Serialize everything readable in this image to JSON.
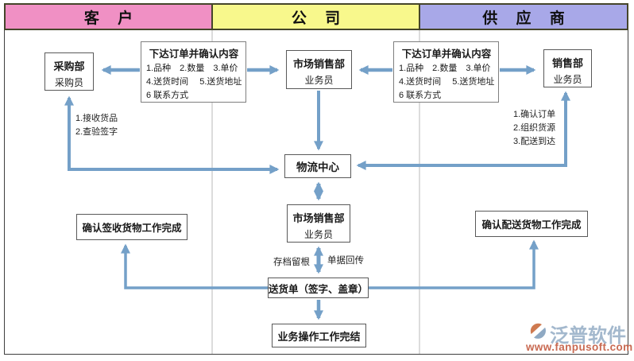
{
  "header": {
    "columns": [
      {
        "label": "客 户",
        "color": "#f090c4"
      },
      {
        "label": "公 司",
        "color": "#f8f88c"
      },
      {
        "label": "供 应 商",
        "color": "#a8a8e8"
      }
    ]
  },
  "boxes": {
    "purchase": {
      "title": "采购部",
      "subtitle": "采购员"
    },
    "order": {
      "title": "下达订单并确认内容",
      "lines": [
        "1.品种　2.数量　3.单价",
        "4.送货时间　 5.送货地址",
        "6 联系方式"
      ]
    },
    "sales_top": {
      "title": "市场销售部",
      "subtitle": "业务员"
    },
    "supplier_sales": {
      "title": "销售部",
      "subtitle": "业务员"
    },
    "logistics": {
      "title": "物流中心"
    },
    "sales_mid": {
      "title": "市场销售部",
      "subtitle": "业务员"
    },
    "confirm_receive": {
      "title": "确认签收货物工作完成"
    },
    "confirm_deliver": {
      "title": "确认配送货物工作完成"
    },
    "delivery_note": {
      "title": "送货单（签字、盖章）"
    },
    "work_complete": {
      "title": "业务操作工作完结"
    }
  },
  "labels": {
    "customer_steps": [
      "1.接收货品",
      "2.查验签字"
    ],
    "supplier_steps": [
      "1.确认订单",
      "2.组织货源",
      "3.配送到达"
    ],
    "archive": "存档留根",
    "doc_return": "单据回传"
  },
  "watermark": {
    "brand": "泛普软件",
    "url": "www.fanpusoft.com"
  },
  "colors": {
    "customer_header": "#f090c4",
    "company_header": "#f8f88c",
    "supplier_header": "#a8a8e8",
    "arrow": "#74a0c8",
    "watermark_text": "#a3b8cd",
    "watermark_url": "#c96a52"
  }
}
